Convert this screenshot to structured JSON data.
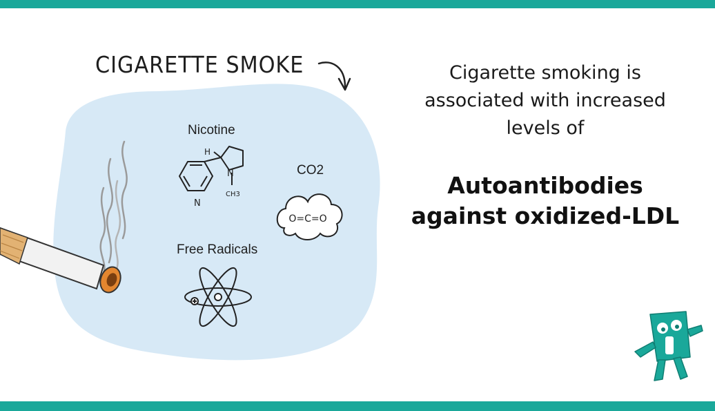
{
  "colors": {
    "accent": "#1aa89a",
    "smoke_cloud": "#d7e9f6",
    "text": "#1e1e1e"
  },
  "diagram": {
    "title": "CIGARETTE SMOKE",
    "components": [
      {
        "label": "Nicotine",
        "icon": "nicotine-molecule-icon"
      },
      {
        "label": "CO2",
        "icon": "co2-cloud-icon",
        "formula": "O=C=O"
      },
      {
        "label": "Free Radicals",
        "icon": "atom-icon"
      }
    ],
    "nicotine_atoms": {
      "h": "H",
      "n_ring": "N",
      "n_pyrrolidine": "N",
      "methyl": "CH3"
    }
  },
  "statement": {
    "intro": "Cigarette smoking is associated with increased levels of",
    "highlight": "Autoantibodies against oxidized-LDL"
  },
  "mascot": {
    "icon": "mascot-figure-icon"
  }
}
